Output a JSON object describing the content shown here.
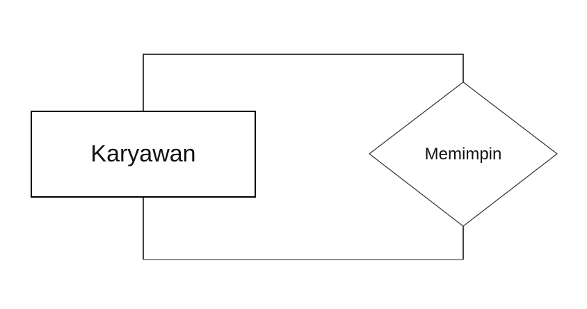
{
  "diagram": {
    "type": "er-diagram",
    "entity": {
      "label": "Karyawan",
      "shape": "rectangle"
    },
    "relationship": {
      "label": "Memimpin",
      "shape": "diamond"
    },
    "colors": {
      "background": "#ffffff",
      "line": "#000000",
      "shape_stroke": "#2e2e2e",
      "connector_gray": "#6e6e6e",
      "text": "#111111"
    }
  }
}
